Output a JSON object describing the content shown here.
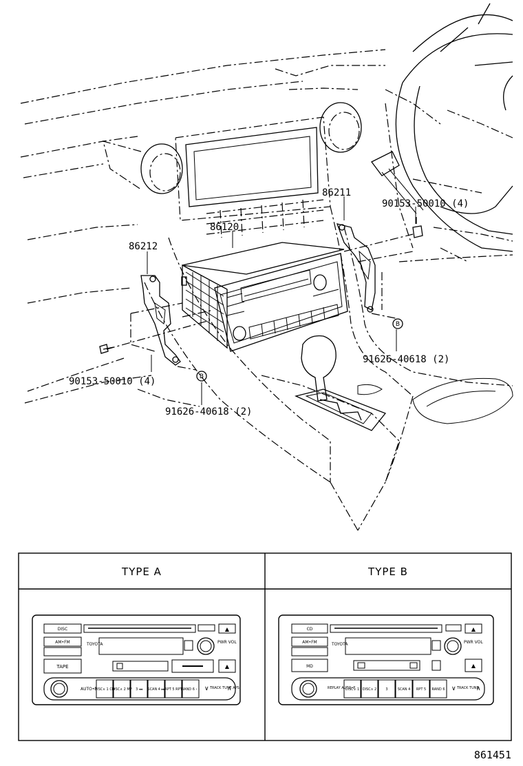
{
  "callouts": {
    "c86211": "86211",
    "c86120": "86120",
    "c86212": "86212",
    "c90153_r": "90153-50010 (4)",
    "c90153_l": "90153-50010 (4)",
    "c91626_r": "91626-40618 (2)",
    "c91626_l": "91626-40618 (2)",
    "ref_b": "B"
  },
  "table": {
    "type_a": "TYPE A",
    "type_b": "TYPE B"
  },
  "panel_a": {
    "disc": "DISC",
    "am_fm": "AM•FM",
    "tape": "TAPE",
    "brand": "TOYOTA",
    "pwr_vol": "PWR VOL",
    "auto": "AUTO•P",
    "presets": [
      "DISC∨ 1 CD",
      "DISC∧ 2 MP",
      "3 ◂◂",
      "SCAN 4 ▸▸",
      "RPT 5 RPT",
      "RAND 6 ‹ ›"
    ],
    "track": "TRACK TUNE APS"
  },
  "panel_b": {
    "cd": "CD",
    "am_fm": "AM•FM",
    "md": "MD",
    "brand": "TOYOTA",
    "pwr_vol": "PWR VOL",
    "auto": "REPLAY AUTO•P",
    "presets": [
      "DISC∨ 1",
      "DISC∧ 2",
      "3",
      "SCAN 4",
      "RPT 5",
      "RAND 6"
    ],
    "track": "TRACK TUNE"
  },
  "figure_id": "861451"
}
